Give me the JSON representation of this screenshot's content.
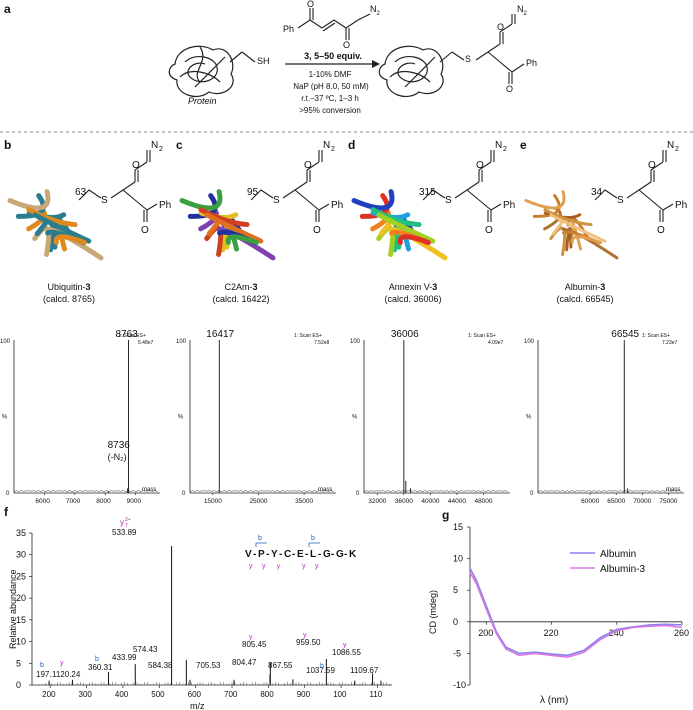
{
  "panel_a": {
    "letter": "a",
    "protein_label": "Protein",
    "sh_label": "SH",
    "reagent_ph": "Ph",
    "reagent_n2": "N",
    "n2_sub": "2",
    "reagent_line": "3, 5–50 equiv.",
    "cond1": "1-10% DMF",
    "cond2": "NaP (pH 8.0, 50 mM)",
    "cond3": "r.t.–37 ºC, 1–3 h",
    "cond4": ">95% conversion",
    "product_n2": "N",
    "product_ph": "Ph",
    "product_s": "S"
  },
  "proteins": [
    {
      "letter": "b",
      "residue": "63",
      "name": "Ubiquitin-",
      "bold": "3",
      "calcd": "(calcd. 8765)"
    },
    {
      "letter": "c",
      "residue": "95",
      "name": "C2Am-",
      "bold": "3",
      "calcd": "(calcd. 16422)"
    },
    {
      "letter": "d",
      "residue": "315",
      "name": "Annexin V-",
      "bold": "3",
      "calcd": "(calcd. 36006)"
    },
    {
      "letter": "e",
      "residue": "34",
      "name": "Albumin-",
      "bold": "3",
      "calcd": "(calcd. 66545)"
    }
  ],
  "struct_labels": {
    "s": "S",
    "o": "O",
    "ph": "Ph",
    "n": "N",
    "sub2": "2"
  },
  "chart_data": [
    {
      "type": "line",
      "panel": "b",
      "peak_label": "8763",
      "secondary_label": "8736",
      "secondary_note": "(-N₂)",
      "scan_line1": "1: Scan ES+",
      "scan_line2": "5.48e7",
      "y_ticks": [
        "100",
        "%",
        "0"
      ],
      "x_ticks": [
        "6000",
        "7000",
        "8000",
        "9000"
      ],
      "xlabel": "mass",
      "xlim": [
        5000,
        9800
      ],
      "peaks": [
        {
          "x": 8763,
          "y": 100
        },
        {
          "x": 8736,
          "y": 3
        },
        {
          "x": 8100,
          "y": 1
        }
      ]
    },
    {
      "type": "line",
      "panel": "c",
      "peak_label": "16417",
      "scan_line1": "1: Scan ES+",
      "scan_line2": "7.52e8",
      "y_ticks": [
        "100",
        "%",
        "0"
      ],
      "x_ticks": [
        "15000",
        "25000",
        "35000"
      ],
      "xlabel": "mass",
      "xlim": [
        10000,
        42000
      ],
      "peaks": [
        {
          "x": 16417,
          "y": 100
        }
      ]
    },
    {
      "type": "line",
      "panel": "d",
      "peak_label": "36006",
      "scan_line1": "1: Scan ES+",
      "scan_line2": "4.09e7",
      "y_ticks": [
        "100",
        "%",
        "0"
      ],
      "x_ticks": [
        "32000",
        "36000",
        "40000",
        "44000",
        "48000"
      ],
      "xlabel": "",
      "xlim": [
        30000,
        52000
      ],
      "peaks": [
        {
          "x": 36006,
          "y": 100
        },
        {
          "x": 36300,
          "y": 8
        },
        {
          "x": 37000,
          "y": 3
        }
      ]
    },
    {
      "type": "line",
      "panel": "e",
      "peak_label": "66545",
      "scan_line1": "1: Scan ES+",
      "scan_line2": "7.23e7",
      "y_ticks": [
        "100",
        "%",
        "0"
      ],
      "x_ticks": [
        "60000",
        "65000",
        "70000",
        "75000"
      ],
      "xlabel": "mass",
      "xlim": [
        50000,
        78000
      ],
      "peaks": [
        {
          "x": 66545,
          "y": 100
        },
        {
          "x": 67200,
          "y": 3
        }
      ]
    },
    {
      "type": "bar",
      "panel": "f",
      "ylabel": "Relative abundance",
      "xlabel": "m/z",
      "y_ticks": [
        "0",
        "5",
        "10",
        "15",
        "20",
        "25",
        "30",
        "35"
      ],
      "x_ticks": [
        "200",
        "300",
        "400",
        "500",
        "600",
        "700",
        "800",
        "900",
        "100",
        "110"
      ],
      "ylim": [
        0,
        35
      ],
      "xlim": [
        150,
        1140
      ],
      "sequence": [
        "V",
        "P",
        "Y",
        "C",
        "E",
        "L",
        "G",
        "G",
        "K"
      ],
      "seq_b_labels": [
        "b",
        "b"
      ],
      "seq_b_subs": [
        "2",
        "6"
      ],
      "seq_y_labels": [
        "y",
        "y",
        "y",
        "y",
        "y"
      ],
      "seq_y_subs": [
        "8",
        "7",
        "5",
        "4",
        "3"
      ],
      "peaks": [
        {
          "x": 197.1,
          "y": 1.0,
          "label": "197."
        },
        {
          "x": 261.24,
          "y": 1.2,
          "label": "1120.24"
        },
        {
          "x": 360.31,
          "y": 3.0,
          "label": "360.31"
        },
        {
          "x": 433.99,
          "y": 4.8,
          "label": "433.99"
        },
        {
          "x": 533.89,
          "y": 32.0,
          "label": "533.89"
        },
        {
          "x": 574.43,
          "y": 5.8,
          "label": "574.43"
        },
        {
          "x": 584.38,
          "y": 1.2,
          "label": "584.38"
        },
        {
          "x": 705.53,
          "y": 1.2,
          "label": "705.53"
        },
        {
          "x": 804.47,
          "y": 2.5,
          "label": "804.47"
        },
        {
          "x": 805.45,
          "y": 5.2,
          "label": "805.45"
        },
        {
          "x": 867.55,
          "y": 1.3,
          "label": "867.55"
        },
        {
          "x": 959.5,
          "y": 6.0,
          "label": "959.50"
        },
        {
          "x": 1037.59,
          "y": 1.0,
          "label": "1037.59"
        },
        {
          "x": 1086.55,
          "y": 2.7,
          "label": "1086.55"
        },
        {
          "x": 1109.67,
          "y": 1.0,
          "label": "1109.67"
        }
      ],
      "ion_labels": [
        {
          "text": "y",
          "sub": "7",
          "sup": "2+",
          "x": 533.89
        },
        {
          "text": "b",
          "sub": "2",
          "x": 200
        },
        {
          "text": "y",
          "sub": "3",
          "x": 265
        },
        {
          "text": "b",
          "sub": "3",
          "extra": "y",
          "extra_sub": "4",
          "x": 365
        },
        {
          "text": "y",
          "sub": "4",
          "x": 805
        },
        {
          "text": "b",
          "sub": "6",
          "x": 880
        },
        {
          "text": "y",
          "sub": "7",
          "x": 959
        },
        {
          "text": "y",
          "sub": "8",
          "x": 1086
        }
      ]
    },
    {
      "type": "line",
      "panel": "g",
      "ylabel": "CD (mdeg)",
      "xlabel": "λ (nm)",
      "y_ticks": [
        "15",
        "10",
        "5",
        "0",
        "-5",
        "-10"
      ],
      "x_ticks": [
        "200",
        "220",
        "240",
        "260"
      ],
      "ylim": [
        -10,
        15
      ],
      "xlim": [
        195,
        260
      ],
      "series": [
        {
          "name": "Albumin",
          "color": "#8b7ff0",
          "x": [
            195,
            197,
            200,
            203,
            206,
            210,
            215,
            220,
            225,
            230,
            235,
            240,
            245,
            250,
            255,
            260
          ],
          "y": [
            8.5,
            6.5,
            2.5,
            -1.5,
            -4.0,
            -5.0,
            -4.8,
            -5.1,
            -5.3,
            -4.5,
            -2.5,
            -1.2,
            -0.8,
            -0.5,
            -0.4,
            -0.5
          ]
        },
        {
          "name": "Albumin-3",
          "color": "#d67be0",
          "x": [
            195,
            197,
            200,
            203,
            206,
            210,
            215,
            220,
            225,
            230,
            235,
            240,
            245,
            250,
            255,
            260
          ],
          "y": [
            7.8,
            6.0,
            2.0,
            -1.8,
            -4.3,
            -5.3,
            -5.0,
            -5.3,
            -5.6,
            -4.8,
            -2.8,
            -1.4,
            -0.9,
            -0.7,
            -0.6,
            -0.9
          ]
        }
      ]
    }
  ],
  "colors": {
    "albumin": "#8b7ff0",
    "albumin3": "#d67be0",
    "dashed": "#888888"
  }
}
